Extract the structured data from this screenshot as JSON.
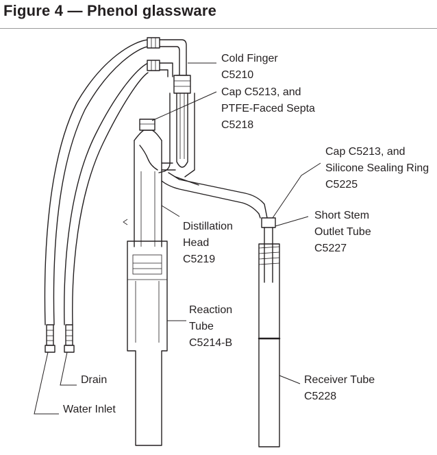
{
  "figure": {
    "title": "Figure 4 — Phenol glassware"
  },
  "labels": {
    "cold_finger": [
      "Cold Finger",
      "C5210"
    ],
    "cap_ptfe": [
      "Cap C5213, and",
      "PTFE-Faced Septa",
      "C5218"
    ],
    "cap_silicone": [
      "Cap C5213, and",
      "Silicone Sealing Ring",
      "C5225"
    ],
    "short_stem": [
      "Short Stem",
      "Outlet Tube",
      "C5227"
    ],
    "distillation_head": [
      "Distillation",
      "Head",
      "C5219"
    ],
    "reaction_tube": [
      "Reaction",
      "Tube",
      "C5214-B"
    ],
    "receiver_tube": [
      "Receiver Tube",
      "C5228"
    ],
    "drain": [
      "Drain"
    ],
    "water_inlet": [
      "Water Inlet"
    ]
  }
}
